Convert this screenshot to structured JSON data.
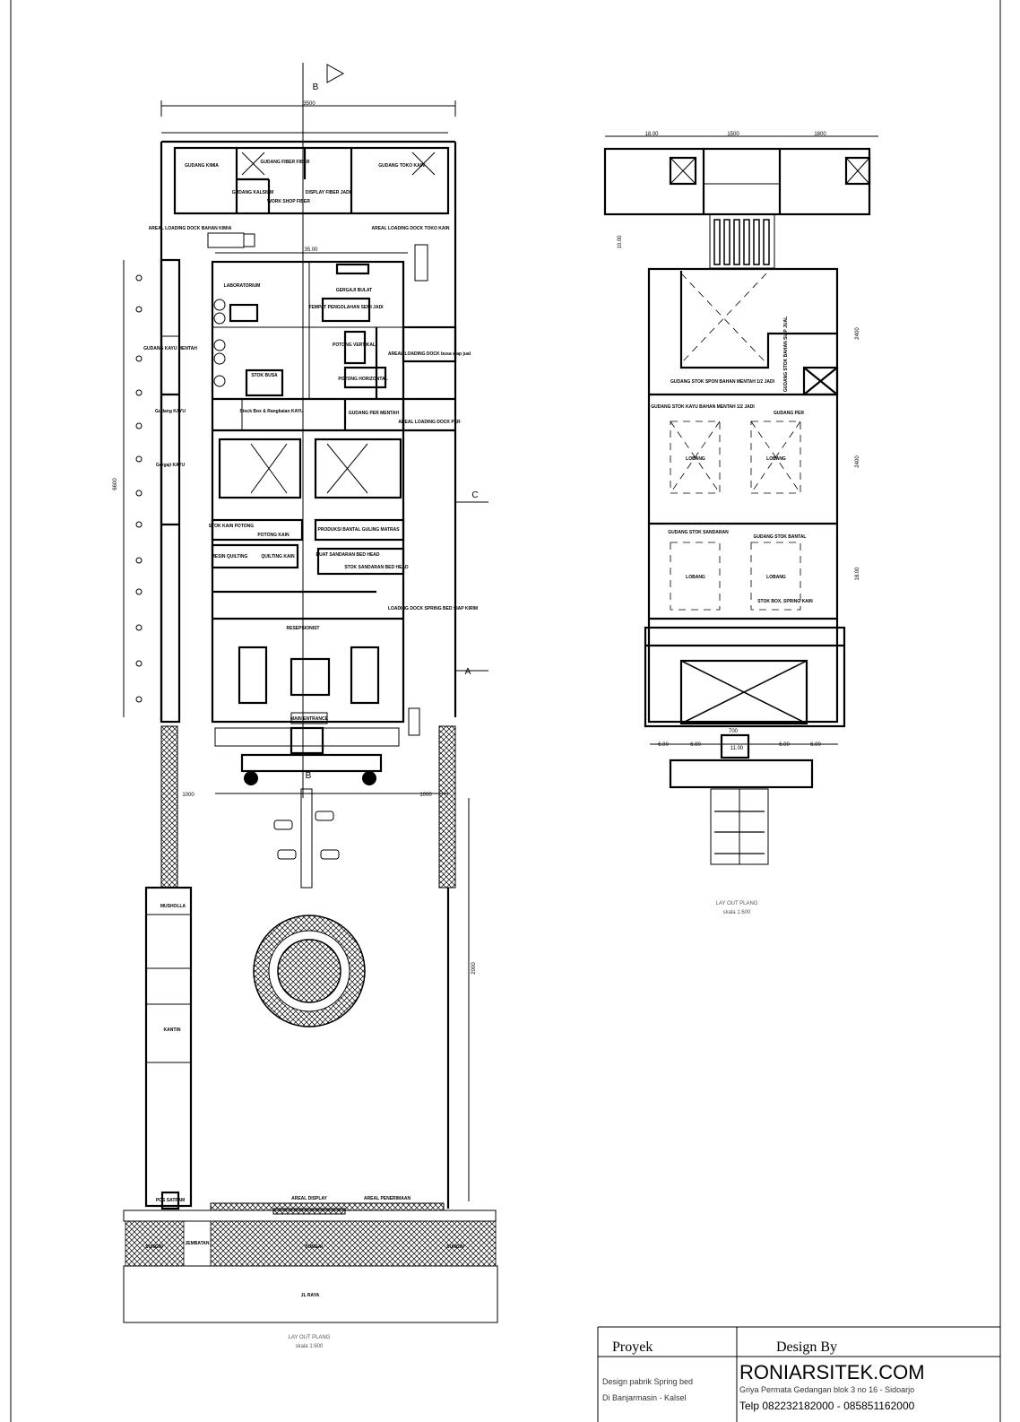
{
  "drawing": {
    "section_markers": [
      "B",
      "B",
      "C",
      "A"
    ],
    "left_plan": {
      "caption": "LAY OUT PLANG",
      "scale": "skala 1:600",
      "dimensions": {
        "top_width": "3500",
        "building_width": "35.00",
        "total_height": "6600",
        "parking_height": "2000",
        "side_left": "1000",
        "side_right": "1000"
      },
      "rooms": {
        "gudang_kimia": "GUDANG KIMIA",
        "gudang_fiber": "GUDANG FIBER FIBER",
        "gudang_kalsium": "GUDANG KALSIUM",
        "work_shop_fiber": "WORK SHOP FIBER",
        "display_fiber": "DISPLAY FIBER JADI",
        "gudang_toko_kain": "GUDANG TOKO KAIN",
        "loading_kimia": "AREAL LOADING DOCK BAHAN KIMIA",
        "loading_kain": "AREAL LOADING DOCK TOKO KAIN",
        "lab": "LABORATORIUM",
        "tempat_pengolahan": "TEMPAT PENGOLAHAN SEMI JADI",
        "gergaji_bulat": "GERGAJI BULAT",
        "potong_vertikal": "POTONG VERTIKAL",
        "potong_horizontal": "POTONG HORIZONTAL",
        "loading_busa": "AREAL LOADING DOCK busa siap jual",
        "stok_busa": "STOK BUSA",
        "stock_box": "Stock Box & Rangkaian KAYU",
        "gudang_per": "GUDANG PER MENTAH",
        "loading_per": "AREAL LOADING DOCK PER",
        "stok_kain": "STOK KAIN POTONG",
        "potong_kain": "POTONG KAIN",
        "mesin_quilting": "MESIN QUILTING",
        "quilting_kain": "QUILTING KAIN",
        "produksi_bantal": "PRODUKSI BANTAL GULING MATRAS",
        "buat_sandaran": "BUAT SANDARAN BED HEAD",
        "stok_sandaran": "STOK SANDARAN BED HEAD",
        "loading_spring": "LOADING DOCK SPRING BED SIAP KIRIM",
        "resepsionist": "RESEPSIONIST",
        "main_entrance": "MAIN ENTRANCE",
        "gudang_kayu": "Gudang KAYU",
        "gergaji": "Gergaji KAYU",
        "gudang_kayu_mentah": "GUDANG KAYU MENTAH",
        "musholla": "MUSHOLLA",
        "kantin": "KANTIN",
        "pos_satpam": "POS SATPAM",
        "areal_display": "AREAL DISPLAY",
        "areal_penerima": "AREAL PENERIMAAN",
        "jembatan": "JEMBATAN",
        "sungai_left": "SUNGAI",
        "sungai_mid": "SUNGAI",
        "sungai_right": "SUNGAI",
        "jl_raya": "JL RAYA"
      }
    },
    "right_plan": {
      "caption": "LAY OUT PLANG",
      "scale": "skala 1:600",
      "dimensions": {
        "top_a": "18.00",
        "top_b": "1500",
        "top_c": "1800",
        "gap": "10.00",
        "h1": "2400",
        "h2": "2400",
        "h3": "18.00",
        "entrance": "11.00",
        "bays": [
          "6.00",
          "6.00",
          "6.00",
          "6.00"
        ],
        "mid": "700"
      },
      "rooms": {
        "gudang_stok_spon": "GUDANG STOK SPON BAHAN MENTAH 1/2 JADI",
        "gudang_stok_bahan": "GUDANG STOK BAHAN SIAP JUAL",
        "gudang_stok_kayu": "GUDANG STOK KAYU BAHAN MENTAH 1/2 JADI",
        "gudang_per": "GUDANG PER",
        "lobby_a": "LOBANG",
        "lobby_b": "LOBANG",
        "gudang_stok_sandaran": "GUDANG STOK SANDARAN",
        "gudang_stok_bantal": "GUDANG STOK BANTAL",
        "lobang_c": "LOBANG",
        "lobang_d": "LOBANG",
        "stok_box": "STOK BOX, SPRING KAIN"
      }
    }
  },
  "title_block": {
    "proyek_label": "Proyek",
    "design_by_label": "Design By",
    "project_line1": "Design pabrik Spring bed",
    "project_line2": "Di Banjarmasin - Kalsel",
    "brand": "RONIARSITEK.COM",
    "address": "Griya Permata Gedangan blok 3 no 16 - Sidoarjo",
    "telp": "Telp 082232182000 - 085851162000"
  }
}
